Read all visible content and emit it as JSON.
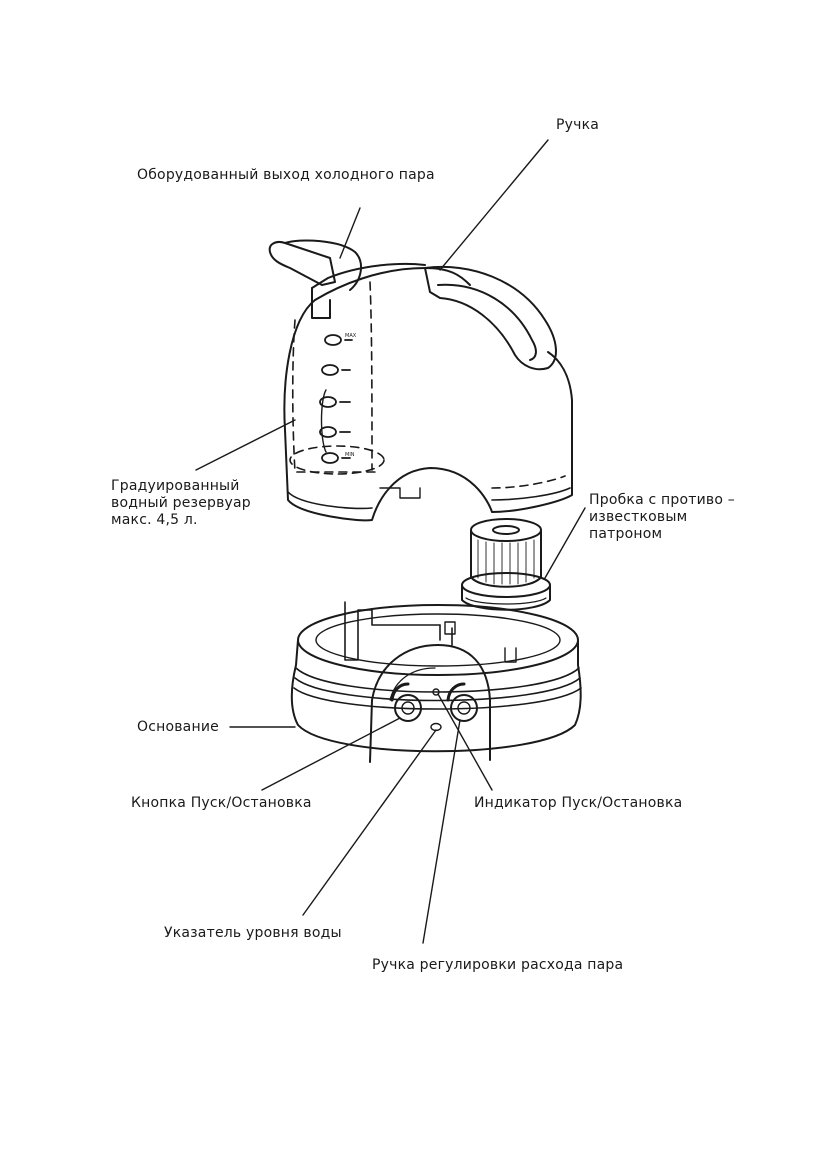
{
  "labels": {
    "handle": "Ручка",
    "steam_outlet": "Оборудованный выход холодного пара",
    "reservoir": [
      "Градуированный",
      "водный резервуар",
      "макс. 4,5 л."
    ],
    "plug": [
      "Пробка с противо –",
      "известковым",
      "патроном"
    ],
    "base": "Основание",
    "start_stop_button": "Кнопка Пуск/Остановка",
    "start_stop_indicator": "Индикатор Пуск/Остановка",
    "water_level": "Указатель уровня воды",
    "steam_knob": "Ручка регулировки расхода пара"
  },
  "marks": {
    "max": "MAX",
    "min": "MIN"
  }
}
